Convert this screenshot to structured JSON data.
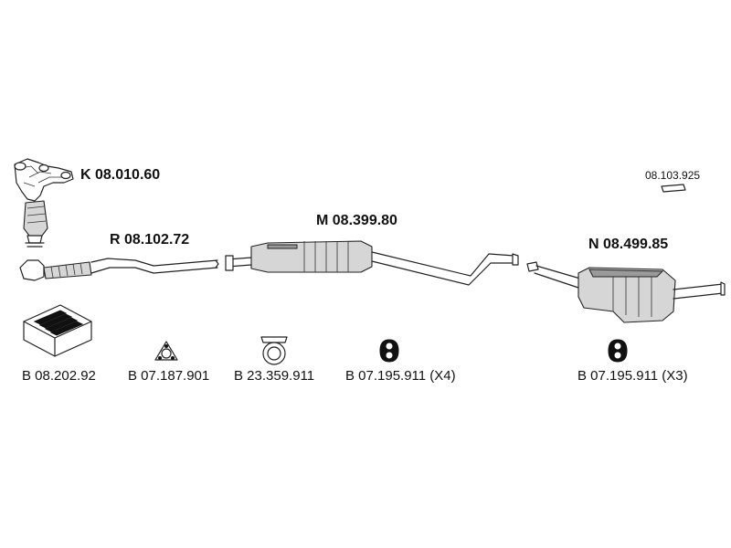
{
  "labels": {
    "catalyst": "K 08.010.60",
    "front_pipe": "R 08.102.72",
    "middle_silencer": "M 08.399.80",
    "rear_silencer": "N 08.499.85",
    "small_part": "08.103.925",
    "kit": "B 08.202.92",
    "gasket": "B 07.187.901",
    "clamp": "B 23.359.911",
    "rubber_mid": "B 07.195.911 (X4)",
    "rubber_rear": "B 07.195.911 (X3)"
  }
}
